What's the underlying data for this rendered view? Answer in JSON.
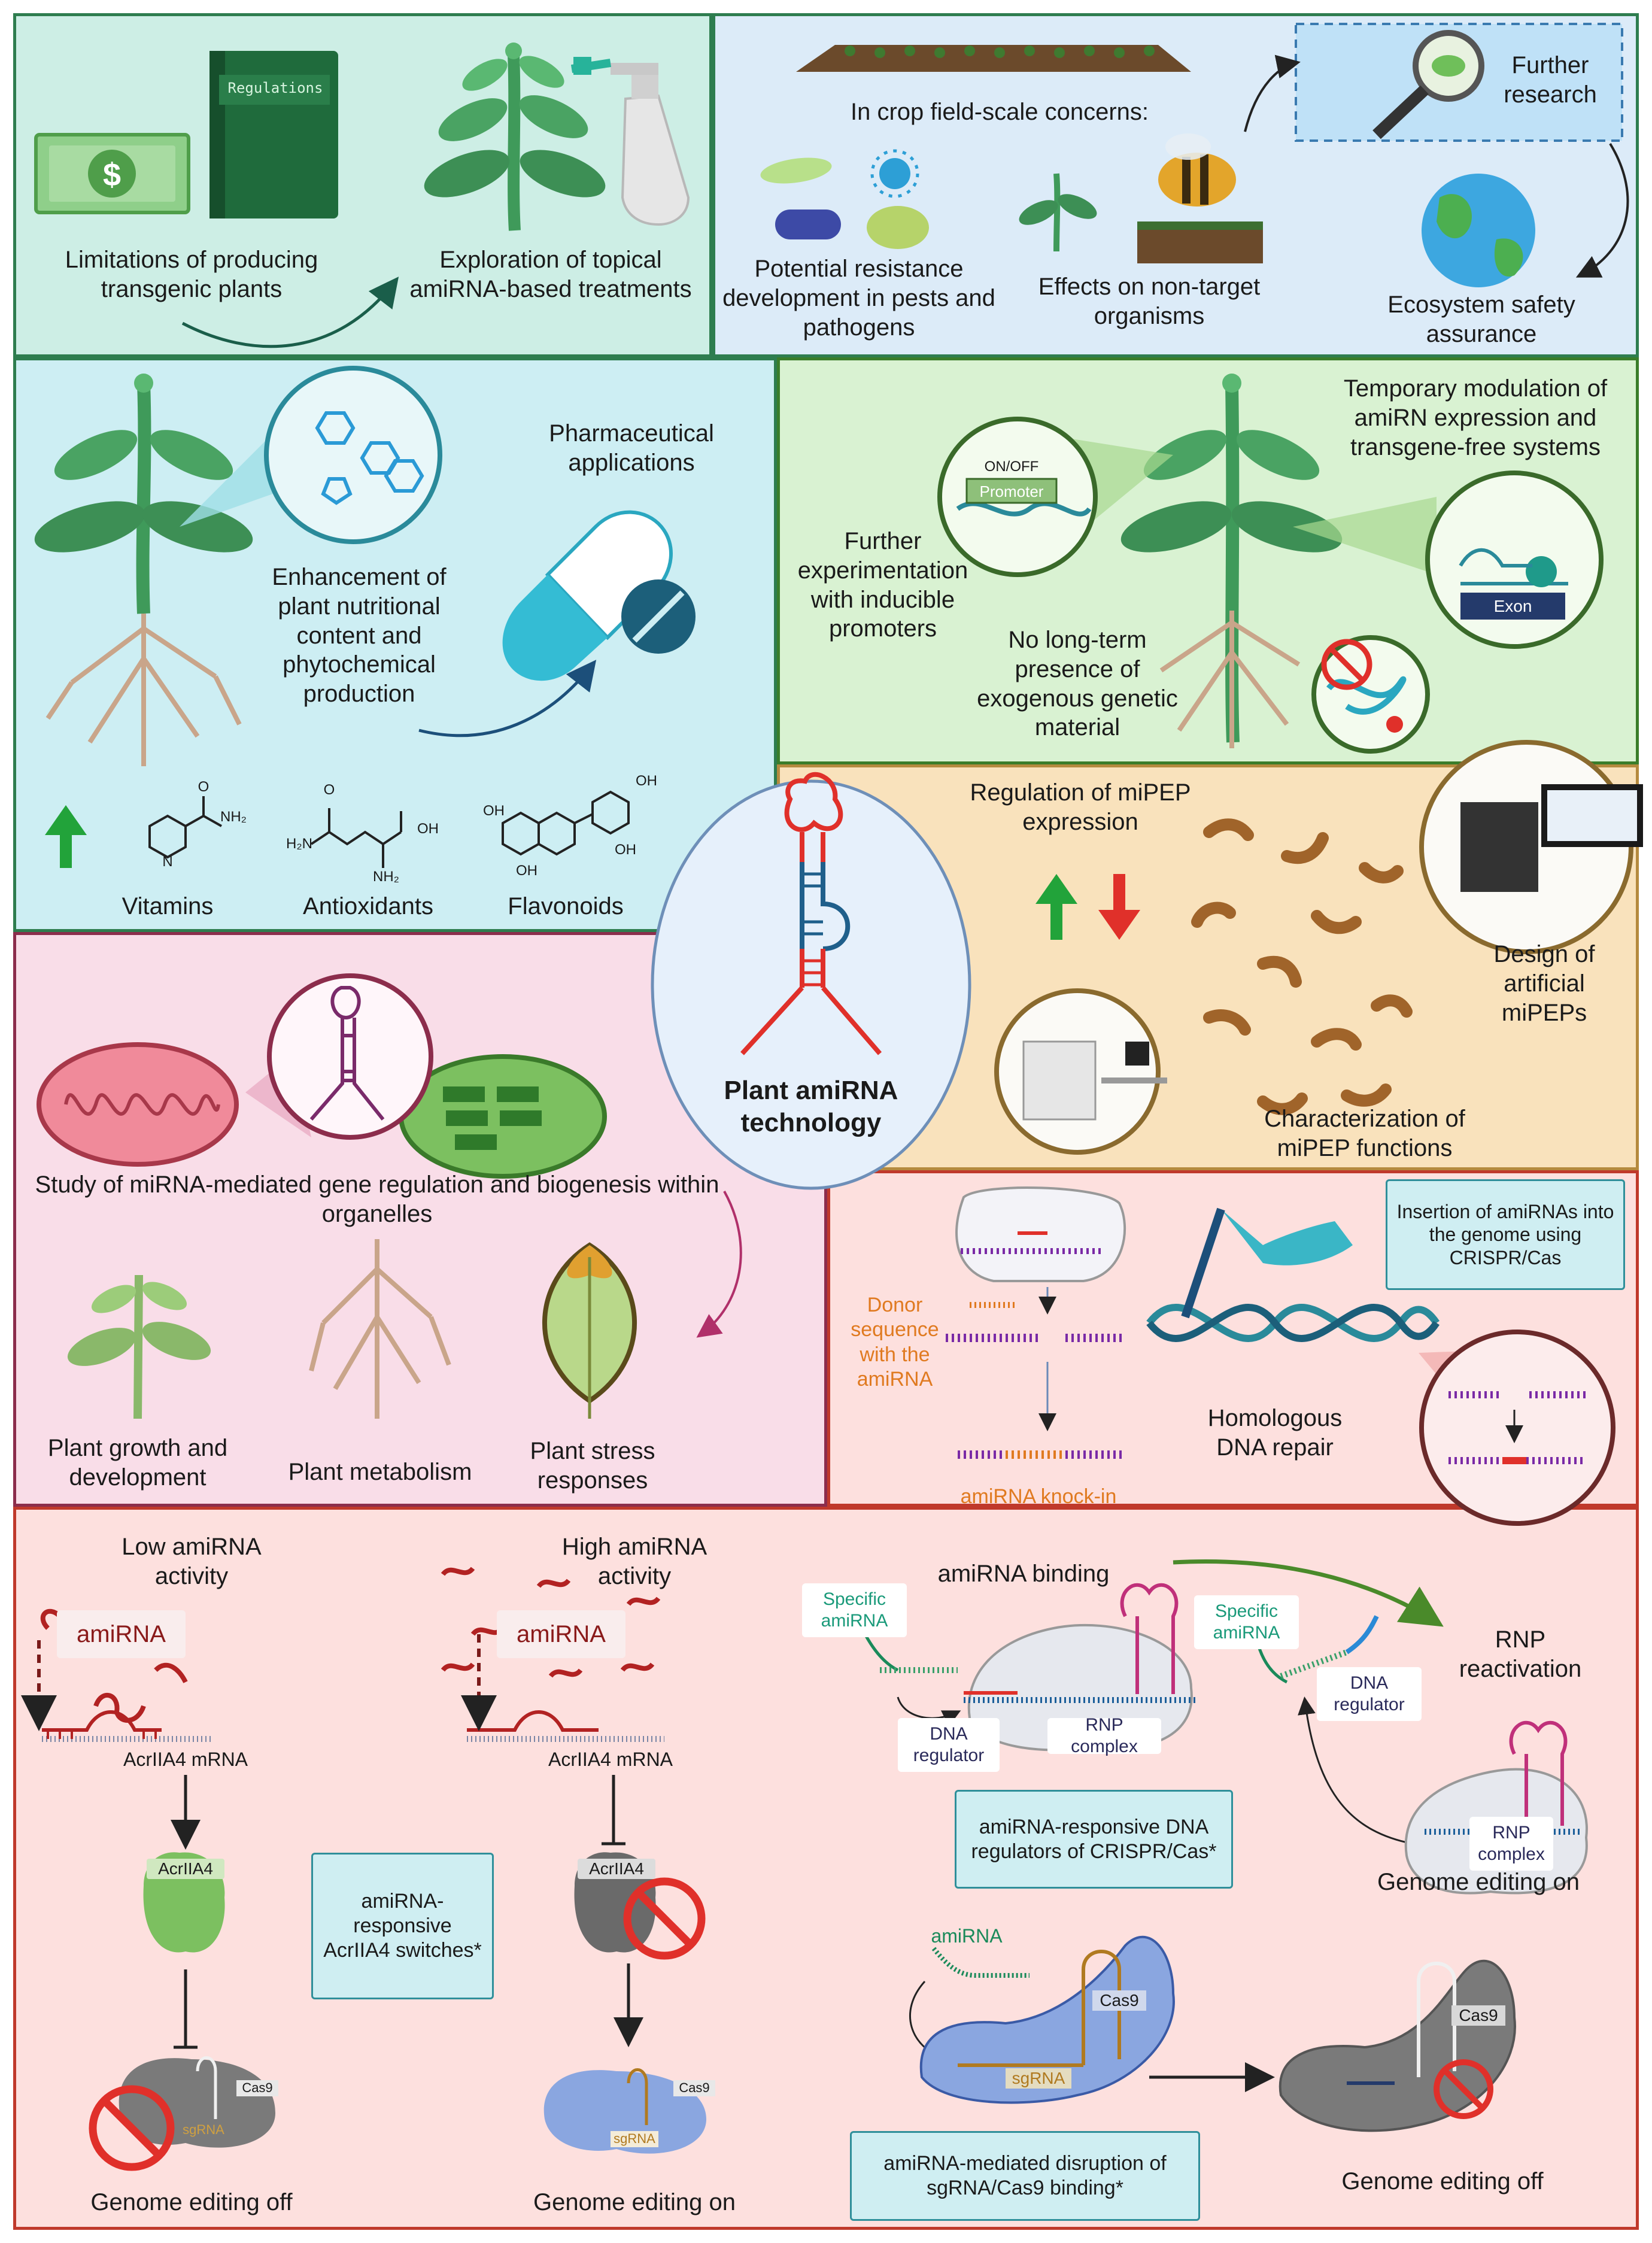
{
  "colors": {
    "top_left_bg": "#cdeee5",
    "top_right_bg": "#dcebf8",
    "mid_left_bg": "#cdeef3",
    "mid_right_bg": "#d9f2d2",
    "miPEP_bg": "#f9e2bc",
    "organelle_bg": "#f9dde8",
    "crispr_bg": "#fde0de",
    "bottom_bg": "#fde0de",
    "border_green": "#2e7d4f",
    "border_dark_green": "#3a7d2a",
    "border_gold": "#b58a3e",
    "border_pink": "#8c2d4c",
    "border_red": "#c0392b",
    "hairpin_red": "#e0302a",
    "hairpin_blue": "#1f5f8b",
    "arrow_up_green": "#22a33a",
    "arrow_down_red": "#e0302a",
    "no_sign": "#e0302a",
    "dna_teal": "#2a8a9a",
    "amirna_red": "#b22222",
    "orange_text": "#e07a20"
  },
  "top_left": {
    "regulations_book": "Regulations",
    "dollar_symbol": "$",
    "label_limitations": "Limitations of producing transgenic plants",
    "label_exploration": "Exploration of topical amiRNA-based treatments"
  },
  "top_right": {
    "label_field_concerns": "In crop field-scale concerns:",
    "label_resistance": "Potential resistance development in pests and pathogens",
    "label_nontarget": "Effects on non-target organisms",
    "label_further_research": "Further research",
    "label_ecosystem": "Ecosystem safety assurance"
  },
  "mid_left": {
    "label_enhancement": "Enhancement of plant nutritional content and phytochemical production",
    "label_pharma": "Pharmaceutical applications",
    "label_vitamins": "Vitamins",
    "label_antioxidants": "Antioxidants",
    "label_flavonoids": "Flavonoids",
    "chem_nh2": "NH₂",
    "chem_h2n": "H₂N",
    "chem_oh": "OH",
    "chem_o": "O",
    "chem_n": "N"
  },
  "mid_right": {
    "label_temporary": "Temporary modulation of amiRN expression and transgene-free systems",
    "label_further_exp": "Further experimentation with inducible promoters",
    "label_no_longterm": "No long-term presence of exogenous genetic material",
    "label_onoff": "ON/OFF",
    "label_promoter": "Promoter",
    "label_exon": "Exon"
  },
  "center": {
    "label_plant_amirna": "Plant amiRNA technology"
  },
  "mipep": {
    "label_regulation": "Regulation of miPEP expression",
    "label_design": "Design of artificial miPEPs",
    "label_characterization": "Characterization of miPEP functions"
  },
  "organelle": {
    "label_study": "Study of miRNA-mediated gene regulation and biogenesis within organelles",
    "label_growth": "Plant growth and development",
    "label_metabolism": "Plant metabolism",
    "label_stress": "Plant stress responses"
  },
  "crispr": {
    "label_insertion_box": "Insertion of amiRNAs into the genome using CRISPR/Cas",
    "label_donor": "Donor sequence with the amiRNA",
    "label_homologous": "Homologous DNA repair",
    "label_knockin": "amiRNA knock-in"
  },
  "bottom": {
    "label_low": "Low amiRNA activity",
    "label_high": "High amiRNA activity",
    "label_amirna": "amiRNA",
    "label_acr_mrna_1": "AcrIIA4 mRNA",
    "label_acr_mrna_2": "AcrIIA4 mRNA",
    "label_acr_1": "AcrIIA4",
    "label_acr_2": "AcrIIA4",
    "label_switches_box": "amiRNA-responsive AcrIIA4 switches*",
    "label_cas9": "Cas9",
    "label_sgrna": "sgRNA",
    "label_editing_off": "Genome editing off",
    "label_editing_on": "Genome editing on",
    "label_binding": "amiRNA binding",
    "label_specific_amirna": "Specific amiRNA",
    "label_dna_regulator": "DNA regulator",
    "label_rnp_complex": "RNP complex",
    "label_rnp_reactivation": "RNP reactivation",
    "label_dna_reg_box": "amiRNA-responsive DNA regulators of CRISPR/Cas*",
    "label_disruption_box": "amiRNA-mediated disruption of sgRNA/Cas9 binding*"
  }
}
